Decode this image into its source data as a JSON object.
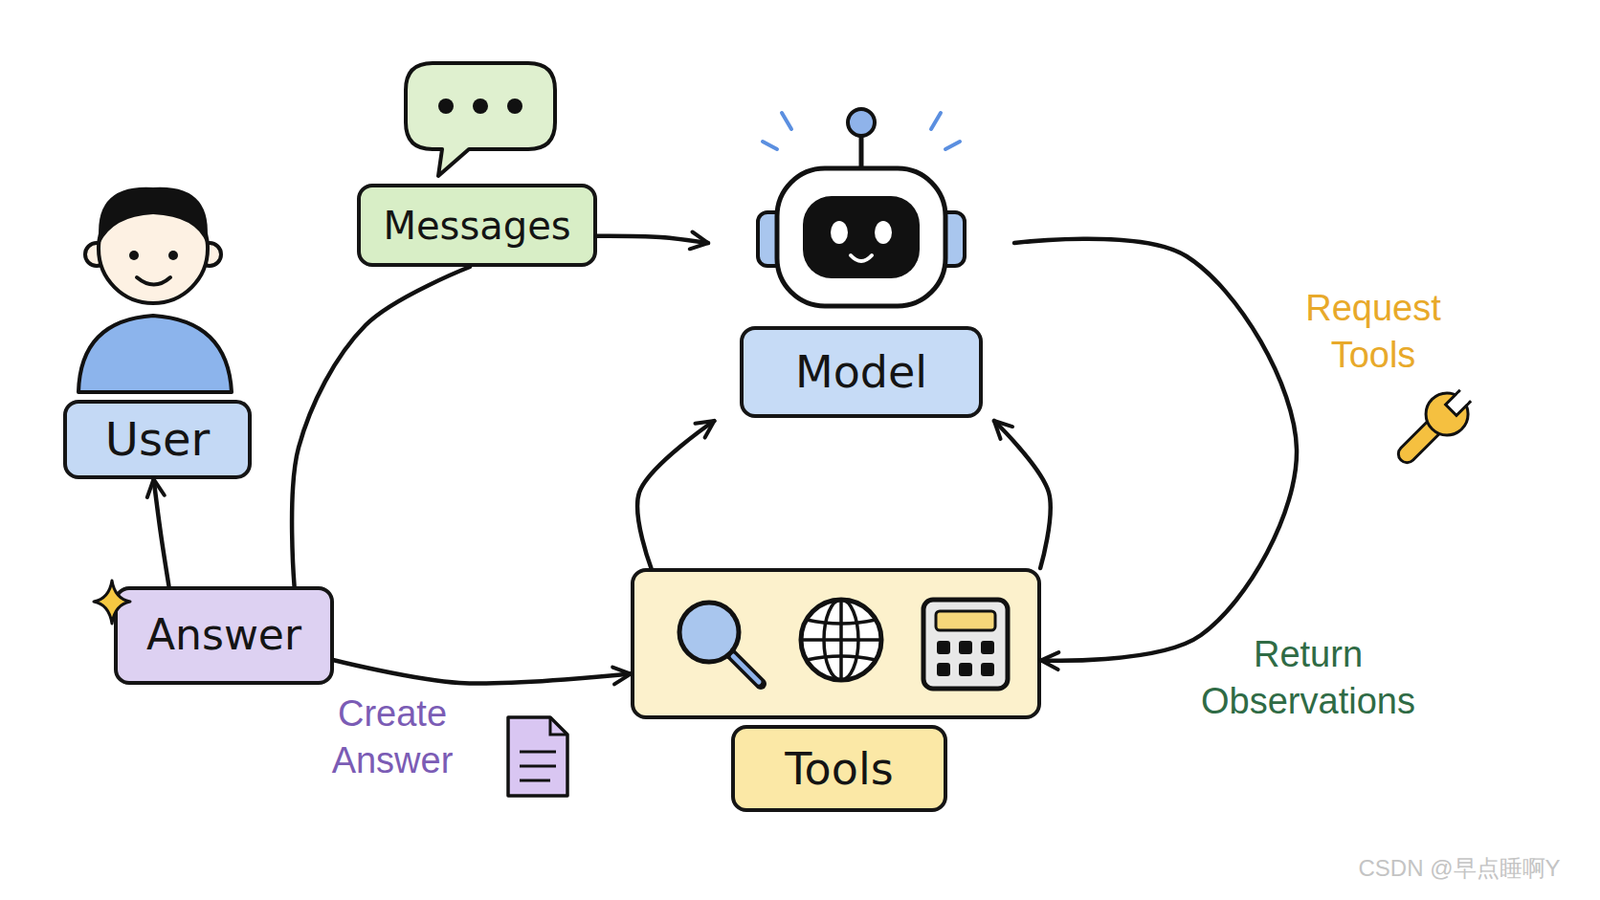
{
  "diagram": {
    "nodes": [
      {
        "text": [
          "Messages"
        ]
      },
      {
        "text": [
          "Model"
        ]
      },
      {
        "text": [
          "User"
        ]
      },
      {
        "text": [
          "Answer"
        ]
      },
      {
        "text": [
          "Tools"
        ]
      }
    ],
    "edges": [
      {
        "from": 0,
        "to": 1,
        "arrow": "to"
      },
      {
        "from": 1,
        "to": 4,
        "arrow": "to",
        "label": "Request Tools"
      },
      {
        "from": 4,
        "to": 1,
        "arrow": "to"
      },
      {
        "from": 4,
        "to": 1,
        "arrow": "to"
      },
      {
        "from": 3,
        "to": 2,
        "arrow": "to"
      },
      {
        "from": 3,
        "to": 0,
        "arrow": "none"
      },
      {
        "from": 3,
        "to": 4,
        "arrow": "to",
        "label": "Create Answer"
      }
    ],
    "labels": [
      "Return Observations",
      "CSDN @早点睡啊Y"
    ]
  }
}
